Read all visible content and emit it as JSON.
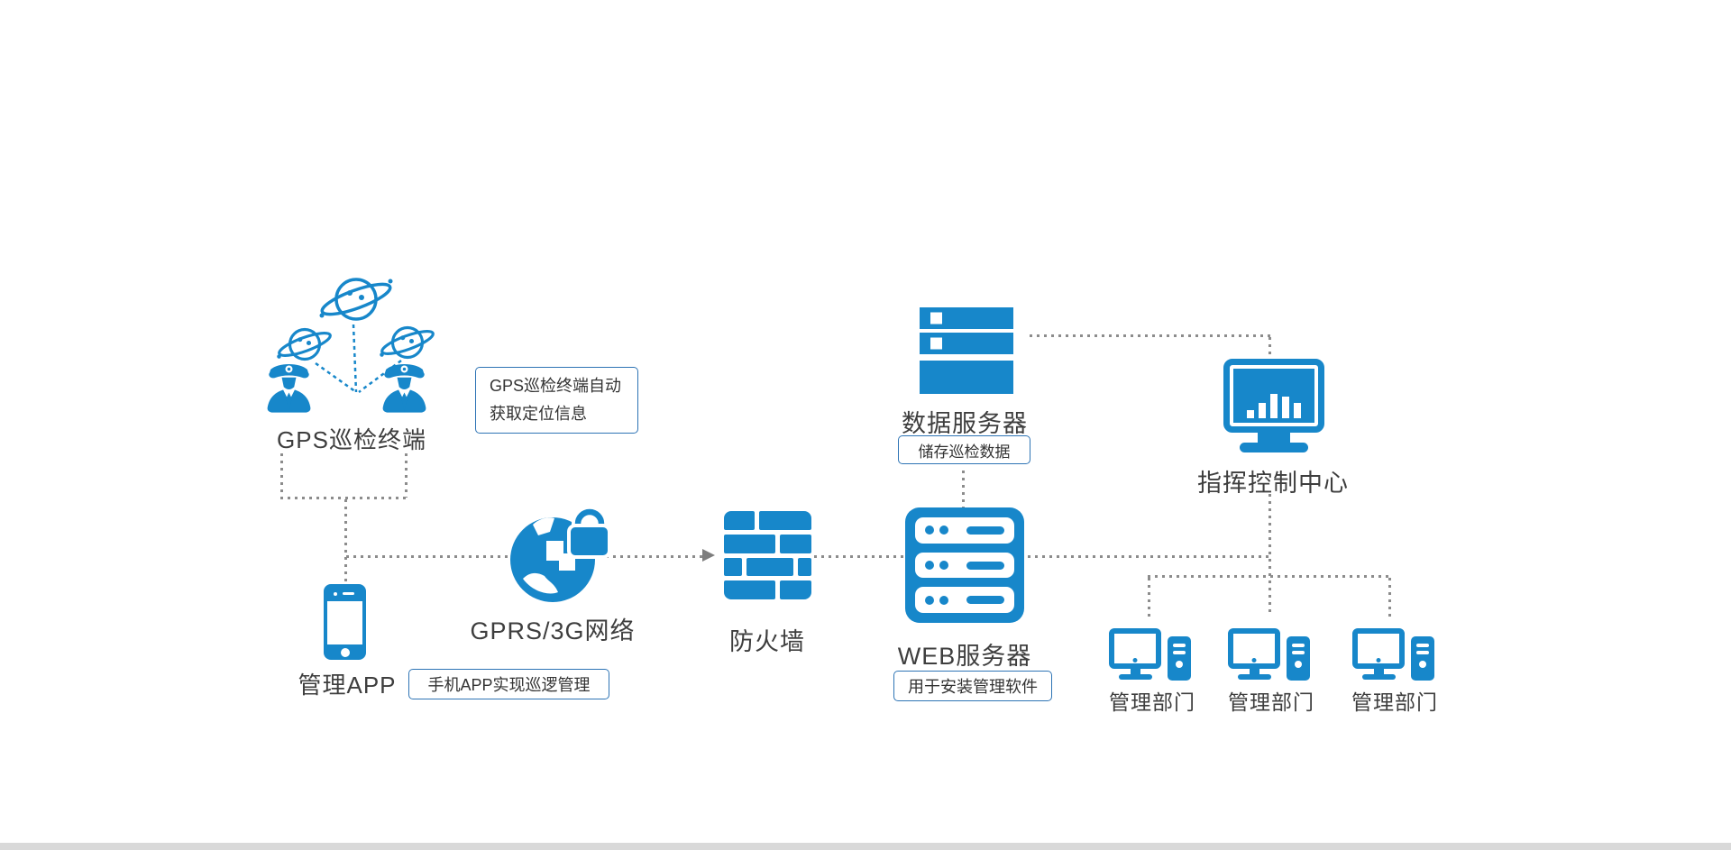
{
  "colors": {
    "accent_blue": "#1787ca",
    "note_border_blue": "#2e74b5",
    "connector_gray": "#8c8c8c",
    "label_text": "#3e3e3e",
    "footer_bar": "#d9d9d9"
  },
  "gps_terminal": {
    "label": "GPS巡检终端"
  },
  "gps_note": {
    "line1": "GPS巡检终端自动",
    "line2": "获取定位信息"
  },
  "management_app": {
    "label": "管理APP"
  },
  "app_note": {
    "text": "手机APP实现巡逻管理"
  },
  "network": {
    "label": "GPRS/3G网络"
  },
  "firewall": {
    "label": "防火墙"
  },
  "web_server": {
    "label": "WEB服务器"
  },
  "web_server_note": {
    "text": "用于安装管理软件"
  },
  "data_server": {
    "label": "数据服务器"
  },
  "data_server_note": {
    "text": "储存巡检数据"
  },
  "command_center": {
    "label": "指挥控制中心"
  },
  "departments": [
    {
      "label": "管理部门"
    },
    {
      "label": "管理部门"
    },
    {
      "label": "管理部门"
    }
  ]
}
